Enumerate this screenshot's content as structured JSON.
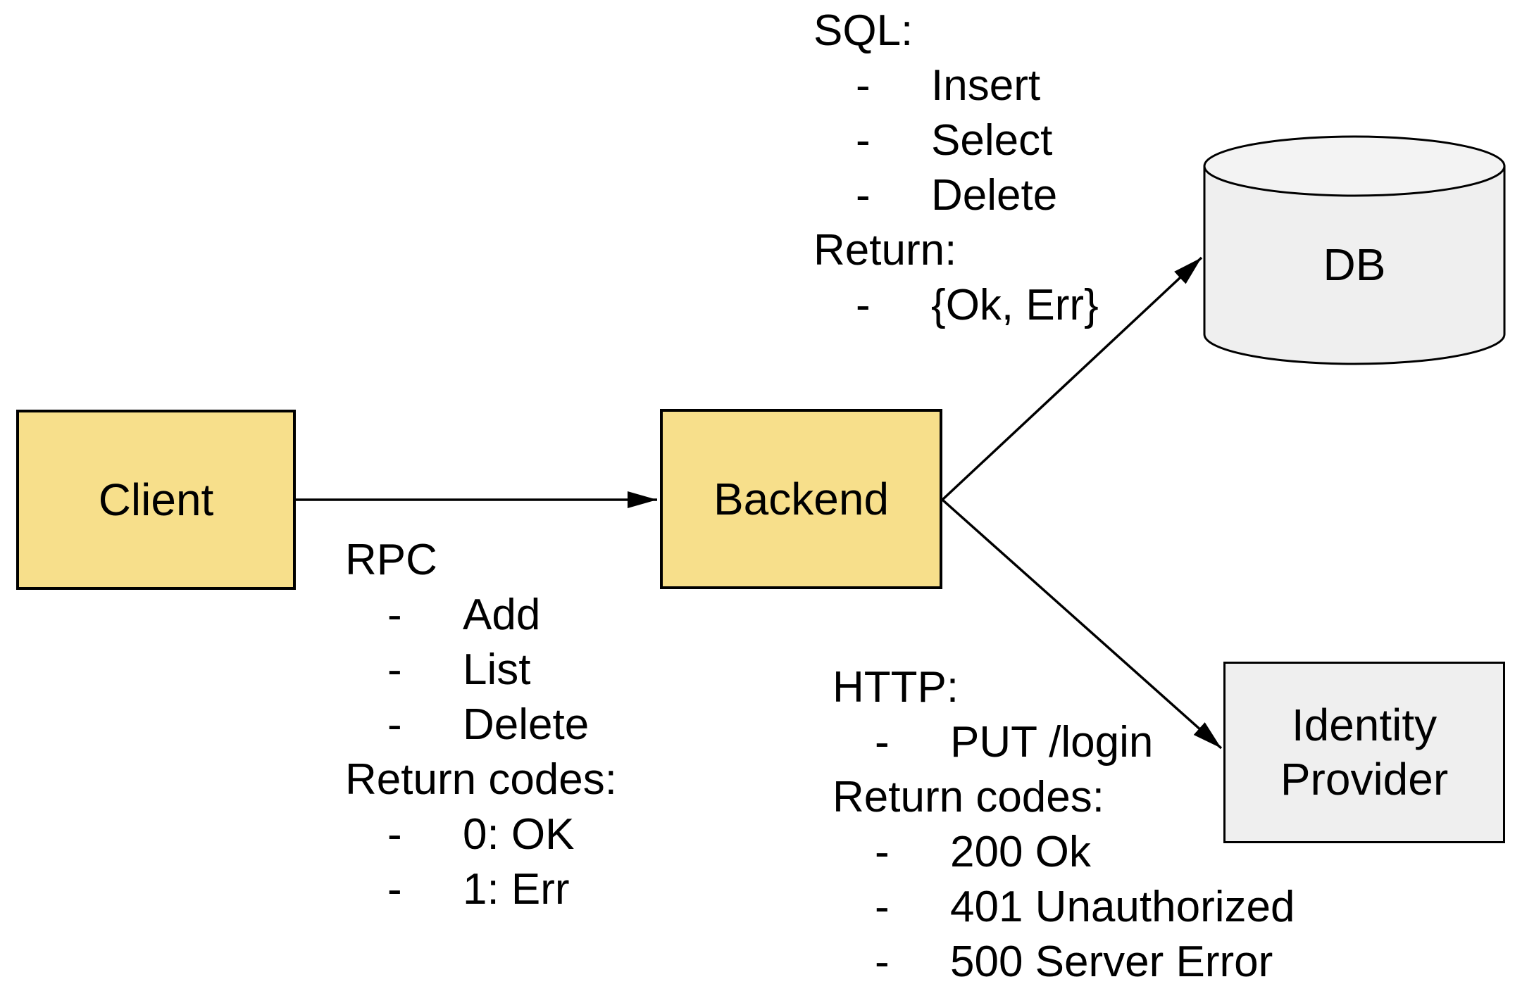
{
  "diagram": {
    "title_implicit": "Client-Backend-DB-IdentityProvider architecture diagram",
    "background": "#ffffff"
  },
  "colors": {
    "node_yellow_fill": "#F7DF8B",
    "node_gray_fill": "#EFEFEF",
    "cylinder_top_fill": "#F3F3F3",
    "stroke_black": "#000000"
  },
  "glyphs": {
    "dash": "-"
  },
  "nodes": {
    "client": {
      "label": "Client"
    },
    "backend": {
      "label": "Backend"
    },
    "db": {
      "label": "DB"
    },
    "identity_provider": {
      "label_line1": "Identity",
      "label_line2": "Provider"
    }
  },
  "edges": {
    "client_to_backend": {
      "from": "Client",
      "to": "Backend"
    },
    "backend_to_db": {
      "from": "Backend",
      "to": "DB"
    },
    "backend_to_identity_provider": {
      "from": "Backend",
      "to": "Identity Provider"
    }
  },
  "annotations": {
    "sql": {
      "lines": [
        {
          "text": "SQL:",
          "bullet": false
        },
        {
          "text": "Insert",
          "bullet": true
        },
        {
          "text": "Select",
          "bullet": true
        },
        {
          "text": "Delete",
          "bullet": true
        },
        {
          "text": "Return:",
          "bullet": false
        },
        {
          "text": "{Ok, Err}",
          "bullet": true
        }
      ]
    },
    "rpc": {
      "lines": [
        {
          "text": "RPC",
          "bullet": false
        },
        {
          "text": "Add",
          "bullet": true
        },
        {
          "text": "List",
          "bullet": true
        },
        {
          "text": "Delete",
          "bullet": true
        },
        {
          "text": "Return codes:",
          "bullet": false
        },
        {
          "text": "0: OK",
          "bullet": true
        },
        {
          "text": "1: Err",
          "bullet": true
        }
      ]
    },
    "http": {
      "lines": [
        {
          "text": "HTTP:",
          "bullet": false
        },
        {
          "text": "PUT /login",
          "bullet": true
        },
        {
          "text": "Return codes:",
          "bullet": false
        },
        {
          "text": "200 Ok",
          "bullet": true
        },
        {
          "text": "401 Unauthorized",
          "bullet": true
        },
        {
          "text": "500 Server Error",
          "bullet": true
        }
      ]
    }
  }
}
